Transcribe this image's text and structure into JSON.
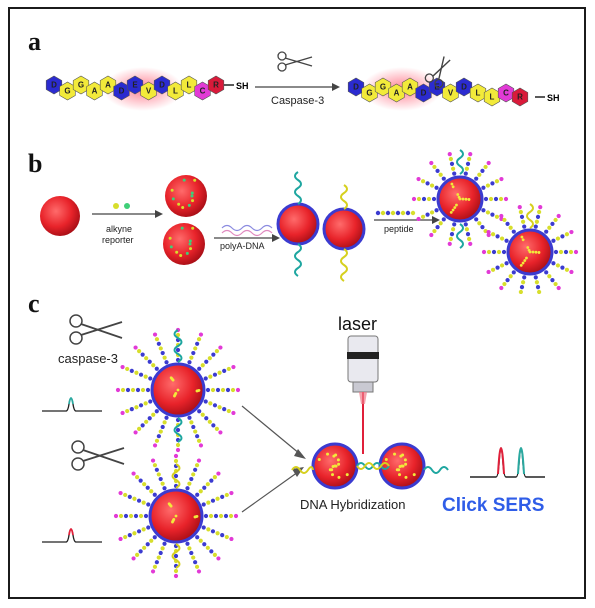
{
  "panels": {
    "a": {
      "letter": "a",
      "protease": "Caspase-3",
      "thiol_left": "SH",
      "thiol_right": "SH",
      "peptide": [
        "D",
        "G",
        "G",
        "A",
        "A",
        "D",
        "E",
        "V",
        "D",
        "L",
        "L",
        "C",
        "R"
      ],
      "fragment_left": [
        "D",
        "G",
        "G",
        "A",
        "A",
        "D",
        "E",
        "V",
        "D"
      ],
      "fragment_right": [
        "L",
        "L",
        "C",
        "R"
      ]
    },
    "b": {
      "letter": "b",
      "step1": "alkyne",
      "step1b": "reporter",
      "step2": "polyA-DNA",
      "step3": "peptide"
    },
    "c": {
      "letter": "c",
      "enzyme": "caspase-3",
      "laser": "laser",
      "hybridization": "DNA Hybridization",
      "readout": "Click SERS"
    }
  },
  "colors": {
    "hex_yellow": "#f2ea3a",
    "hex_blue": "#2b2bd0",
    "hex_pink": "#e23ad6",
    "hex_red": "#d91a3a",
    "glow": "#ff4f6a",
    "np_red": "#e8232a",
    "np_rim": "#3b3bd0",
    "dna_teal": "#1ea6a0",
    "peak_red": "#e0203a",
    "peak_teal": "#2aa9a0",
    "click_sers": "#2f5de8"
  },
  "icons": [
    "scissors-icon",
    "laser-icon",
    "arrow-icon",
    "nanoparticle-icon",
    "spectrum-peak-icon"
  ]
}
